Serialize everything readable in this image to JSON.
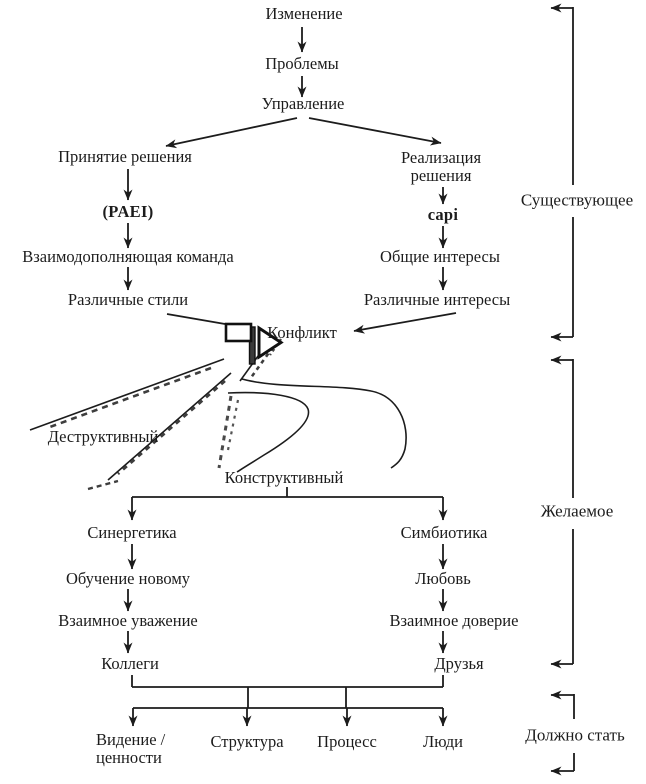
{
  "diagram": {
    "title": "Adizes conflict flow diagram",
    "nodes": {
      "change": "Изменение",
      "problems": "Проблемы",
      "management": "Управление",
      "decision_making": "Принятие решения",
      "implementation": "Реализация решения",
      "paei": "(PAEI)",
      "capi": "capi",
      "complementary_team": "Взаимодополняющая команда",
      "common_interests": "Общие интересы",
      "different_styles": "Различные стили",
      "different_interests": "Различные интересы",
      "conflict": "Конфликт",
      "destructive": "Деструктивный",
      "constructive": "Конструктивный",
      "synergetics": "Синергетика",
      "symbiotics": "Симбиотика",
      "learning_new": "Обучение новому",
      "love": "Любовь",
      "mutual_respect": "Взаимное уважение",
      "mutual_trust": "Взаимное доверие",
      "colleagues": "Коллеги",
      "friends": "Друзья",
      "vision_values": "Видение / ценности",
      "structure": "Структура",
      "process": "Процесс",
      "people": "Люди"
    },
    "side_labels": {
      "existing": "Существующее",
      "desired": "Желаемое",
      "should_become": "Должно стать"
    },
    "icons": {
      "fork_sign": "road-sign-icon"
    },
    "colors": {
      "ink": "#1c1c1c",
      "background": "#ffffff"
    }
  }
}
